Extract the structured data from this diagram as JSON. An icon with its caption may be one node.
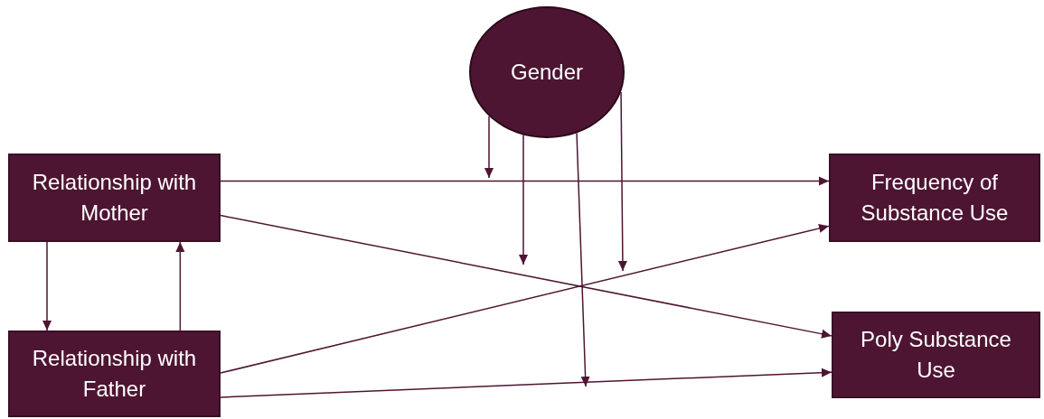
{
  "diagram": {
    "nodes": [
      {
        "text": [
          "Gender"
        ]
      },
      {
        "text": [
          "Relationship with Mother"
        ]
      },
      {
        "text": [
          "Relationship with Father"
        ]
      },
      {
        "text": [
          "Frequency of Substance Use"
        ]
      },
      {
        "text": [
          "Poly Substance Use"
        ]
      }
    ],
    "edges": [
      {
        "from": 1,
        "to": 3,
        "arrow": "to"
      },
      {
        "from": 1,
        "to": 4,
        "arrow": "to"
      },
      {
        "from": 2,
        "to": 3,
        "arrow": "to"
      },
      {
        "from": 2,
        "to": 4,
        "arrow": "to"
      },
      {
        "from": 1,
        "to": 2,
        "arrow": "to"
      },
      {
        "from": 2,
        "to": 1,
        "arrow": "to"
      },
      {
        "from": 0,
        "to": null,
        "arrow": "to"
      },
      {
        "from": 0,
        "to": null,
        "arrow": "to"
      },
      {
        "from": 0,
        "to": null,
        "arrow": "to"
      },
      {
        "from": 0,
        "to": null,
        "arrow": "to"
      }
    ]
  }
}
